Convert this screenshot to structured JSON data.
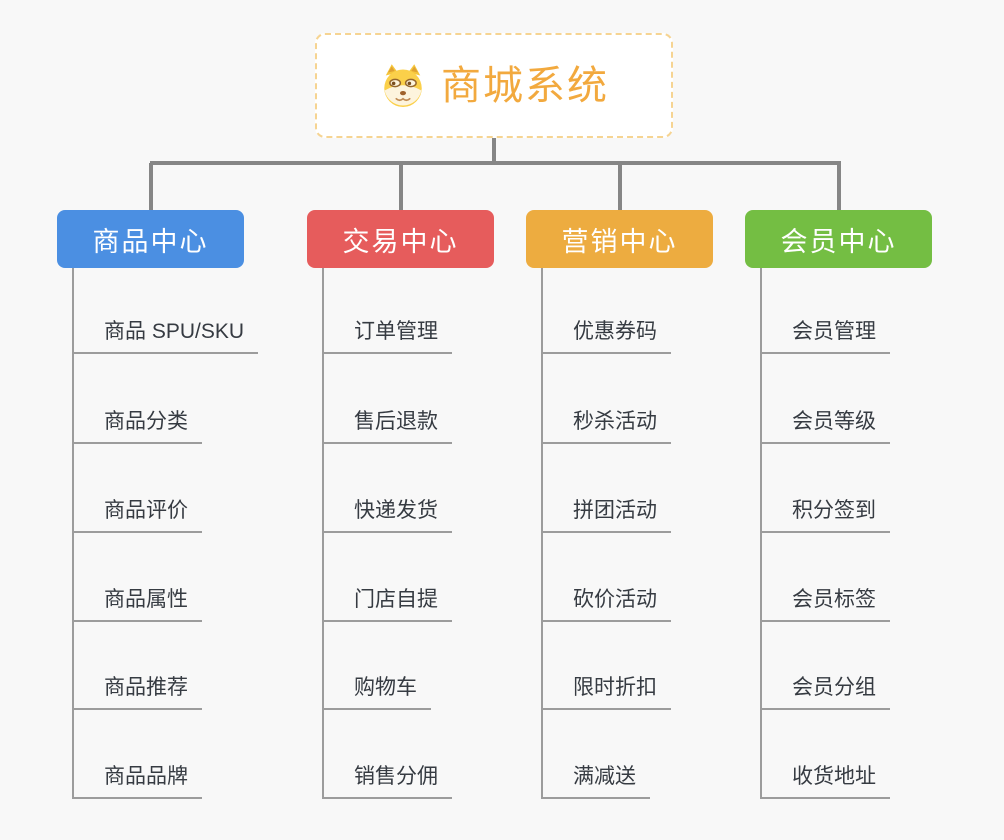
{
  "page": {
    "background_color": "#f8f8f8",
    "connector_color": "#868686",
    "child_line_color": "#9c9c9c"
  },
  "root": {
    "title": "商城系统",
    "icon": "doge-face-icon",
    "text_color": "#f2a93e",
    "border_color": "#f6d492",
    "background_color": "#ffffff"
  },
  "branches": [
    {
      "label": "商品中心",
      "color": "#4b8fe2",
      "items": [
        "商品 SPU/SKU",
        "商品分类",
        "商品评价",
        "商品属性",
        "商品推荐",
        "商品品牌"
      ]
    },
    {
      "label": "交易中心",
      "color": "#e65c5c",
      "items": [
        "订单管理",
        "售后退款",
        "快递发货",
        "门店自提",
        "购物车",
        "销售分佣"
      ]
    },
    {
      "label": "营销中心",
      "color": "#edac40",
      "items": [
        "优惠券码",
        "秒杀活动",
        "拼团活动",
        "砍价活动",
        "限时折扣",
        "满减送"
      ]
    },
    {
      "label": "会员中心",
      "color": "#74be43",
      "items": [
        "会员管理",
        "会员等级",
        "积分签到",
        "会员标签",
        "会员分组",
        "收货地址"
      ]
    }
  ]
}
